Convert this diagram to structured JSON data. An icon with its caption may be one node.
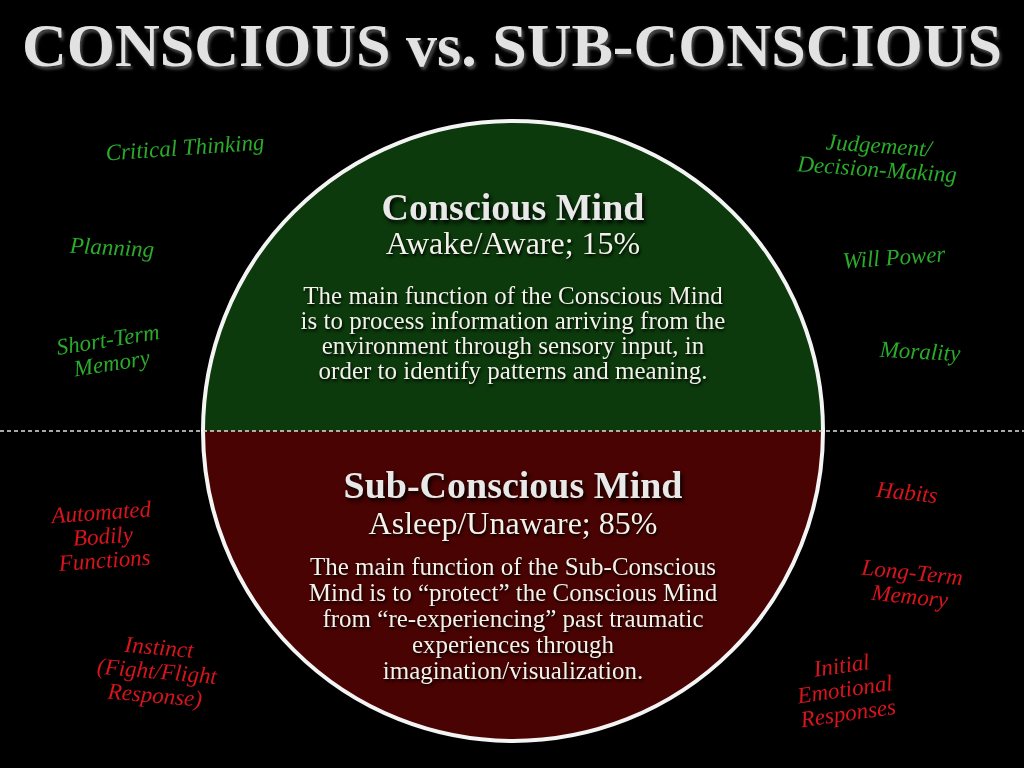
{
  "diagram": {
    "title": "CONSCIOUS vs. SUB-CONSCIOUS",
    "nodes": [
      {
        "text": [
          "Conscious Mind",
          "Awake/Aware; 15%",
          "The main function of the Conscious Mind is to process information arriving from the environment through sensory input, in order to identify patterns and meaning."
        ],
        "beside": [
          "Critical Thinking",
          "Judgement/ Decision-Making",
          "Planning",
          "Will Power",
          "Short-Term Memory",
          "Morality"
        ]
      },
      {
        "text": [
          "Sub-Conscious Mind",
          "Asleep/Unaware; 85%",
          "The main function of the Sub-Conscious Mind is to “protect” the Conscious Mind from “re-experiencing” past traumatic experiences through imagination/visualization."
        ],
        "beside": [
          "Automated Bodily Functions",
          "Habits",
          "Long-Term Memory",
          "Instinct (Fight/Flight Response)",
          "Initial Emotional Responses"
        ]
      }
    ]
  }
}
